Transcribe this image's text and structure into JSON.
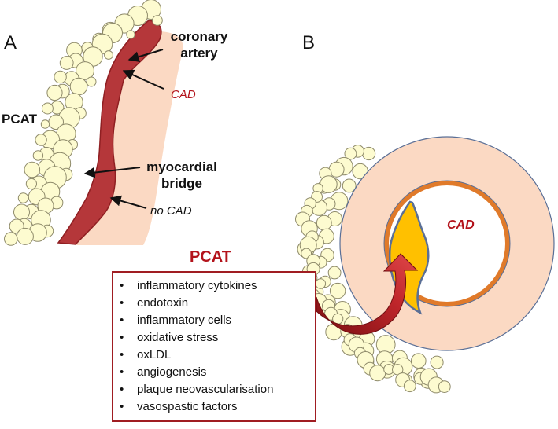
{
  "panel_a": {
    "letter": "A",
    "labels": {
      "pcat": "PCAT",
      "coronary_artery": [
        "coronary",
        "artery"
      ],
      "cad": "CAD",
      "myocardial_bridge": [
        "myocardial",
        "bridge"
      ],
      "no_cad": "no CAD"
    }
  },
  "panel_b": {
    "letter": "B",
    "cad_label": "CAD"
  },
  "pcat_box": {
    "heading": "PCAT",
    "items": [
      "inflammatory cytokines",
      "endotoxin",
      "inflammatory cells",
      "oxidative stress",
      "oxLDL",
      "angiogenesis",
      "plaque neovascularisation",
      "vasospastic factors"
    ]
  },
  "colors": {
    "artery_wall": "#b5373a",
    "myocardium": "#fbd9c3",
    "fat_fill": "#fdfbd0",
    "fat_stroke": "#8e8a6a",
    "plaque": "#ffc000",
    "media_ring": "#e07a2a",
    "cad_text": "#b3131b"
  }
}
